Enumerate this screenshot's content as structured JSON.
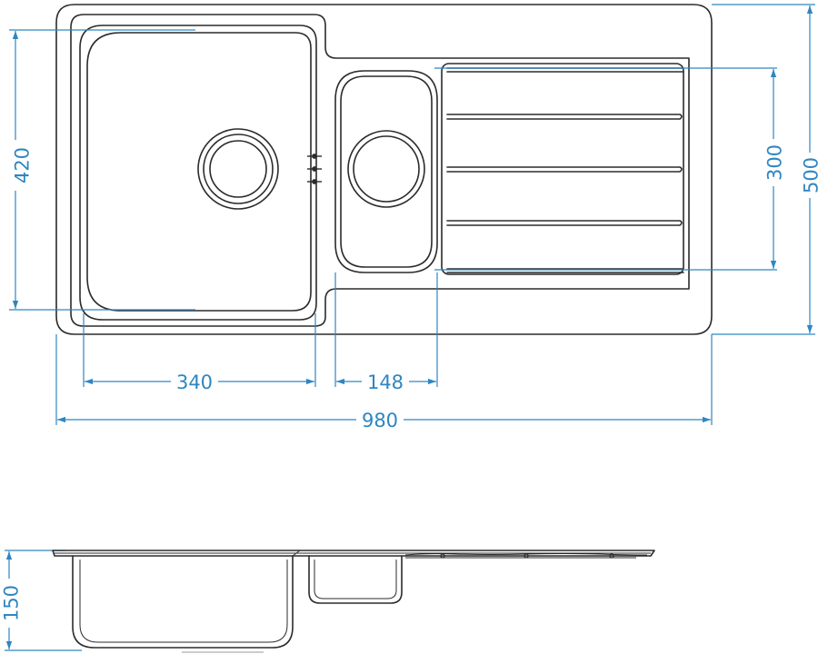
{
  "colors": {
    "dimension": "#2e86c1",
    "outline": "#2b2b2b"
  },
  "dimensions": {
    "main_bowl_height": "420",
    "drainer_height": "300",
    "overall_depth": "500",
    "main_bowl_width": "340",
    "small_bowl_width": "148",
    "overall_width": "980",
    "bowl_depth": "150"
  }
}
